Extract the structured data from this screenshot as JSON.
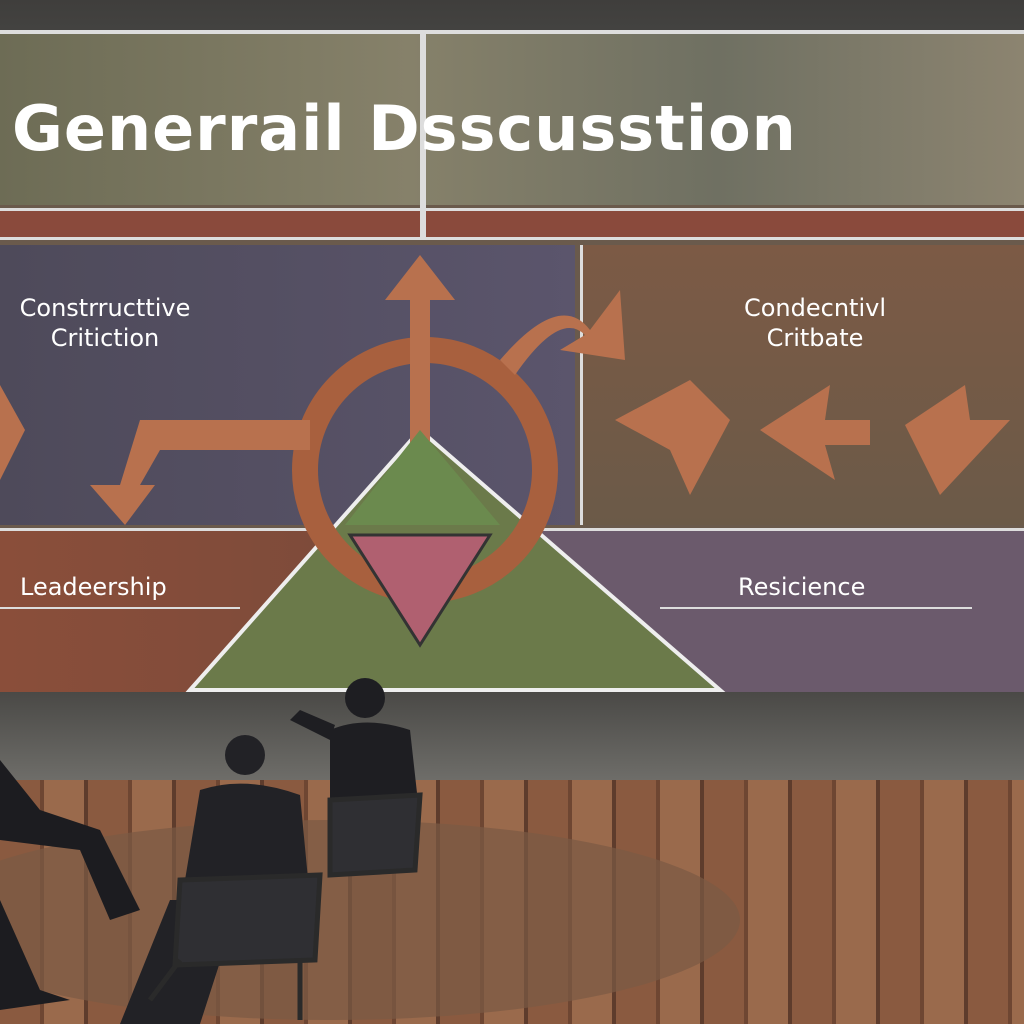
{
  "title": "Generrail Dsscusstion",
  "panels": {
    "top_left": [
      "Constrructtive",
      "Critiction"
    ],
    "top_right": [
      "Condecntivl",
      "Critbate"
    ],
    "bottom_left": "Leadeership",
    "bottom_right": "Resicience"
  },
  "colors": {
    "copper": "#b8714e",
    "green": "#6b7a4a",
    "purple": "#6b5a6c"
  }
}
